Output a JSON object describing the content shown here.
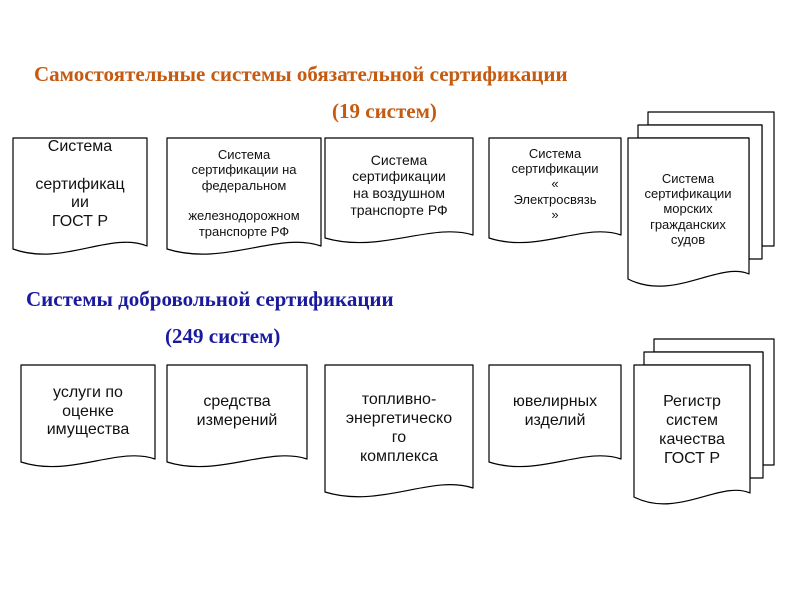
{
  "mandatory": {
    "title": "Самостоятельные системы обязательной сертификации",
    "count": "(19 систем)",
    "docs": [
      "Система\n\nсертификац\nии\nГОСТ Р",
      "Система\nсертификации на\nфедеральном\n\nжелезнодорожном\nтранспорте РФ",
      "Система\nсертификации\nна воздушном\nтранспорте РФ",
      "Система\nсертификации\n«\nЭлектросвязь\n»",
      "Система\nсертификации\nморских\nгражданских\nсудов"
    ]
  },
  "voluntary": {
    "title": "Системы добровольной сертификации",
    "count": "(249 систем)",
    "docs": [
      "услуги по\nоценке\nимущества",
      "средства\nизмерений",
      "топливно-\nэнергетическо\nго\nкомплекса",
      "ювелирных\nизделий",
      "Регистр\nсистем\nкачества\nГОСТ Р"
    ]
  },
  "colors": {
    "mandatory_heading": "#c55a11",
    "voluntary_heading": "#1a1a9e"
  }
}
